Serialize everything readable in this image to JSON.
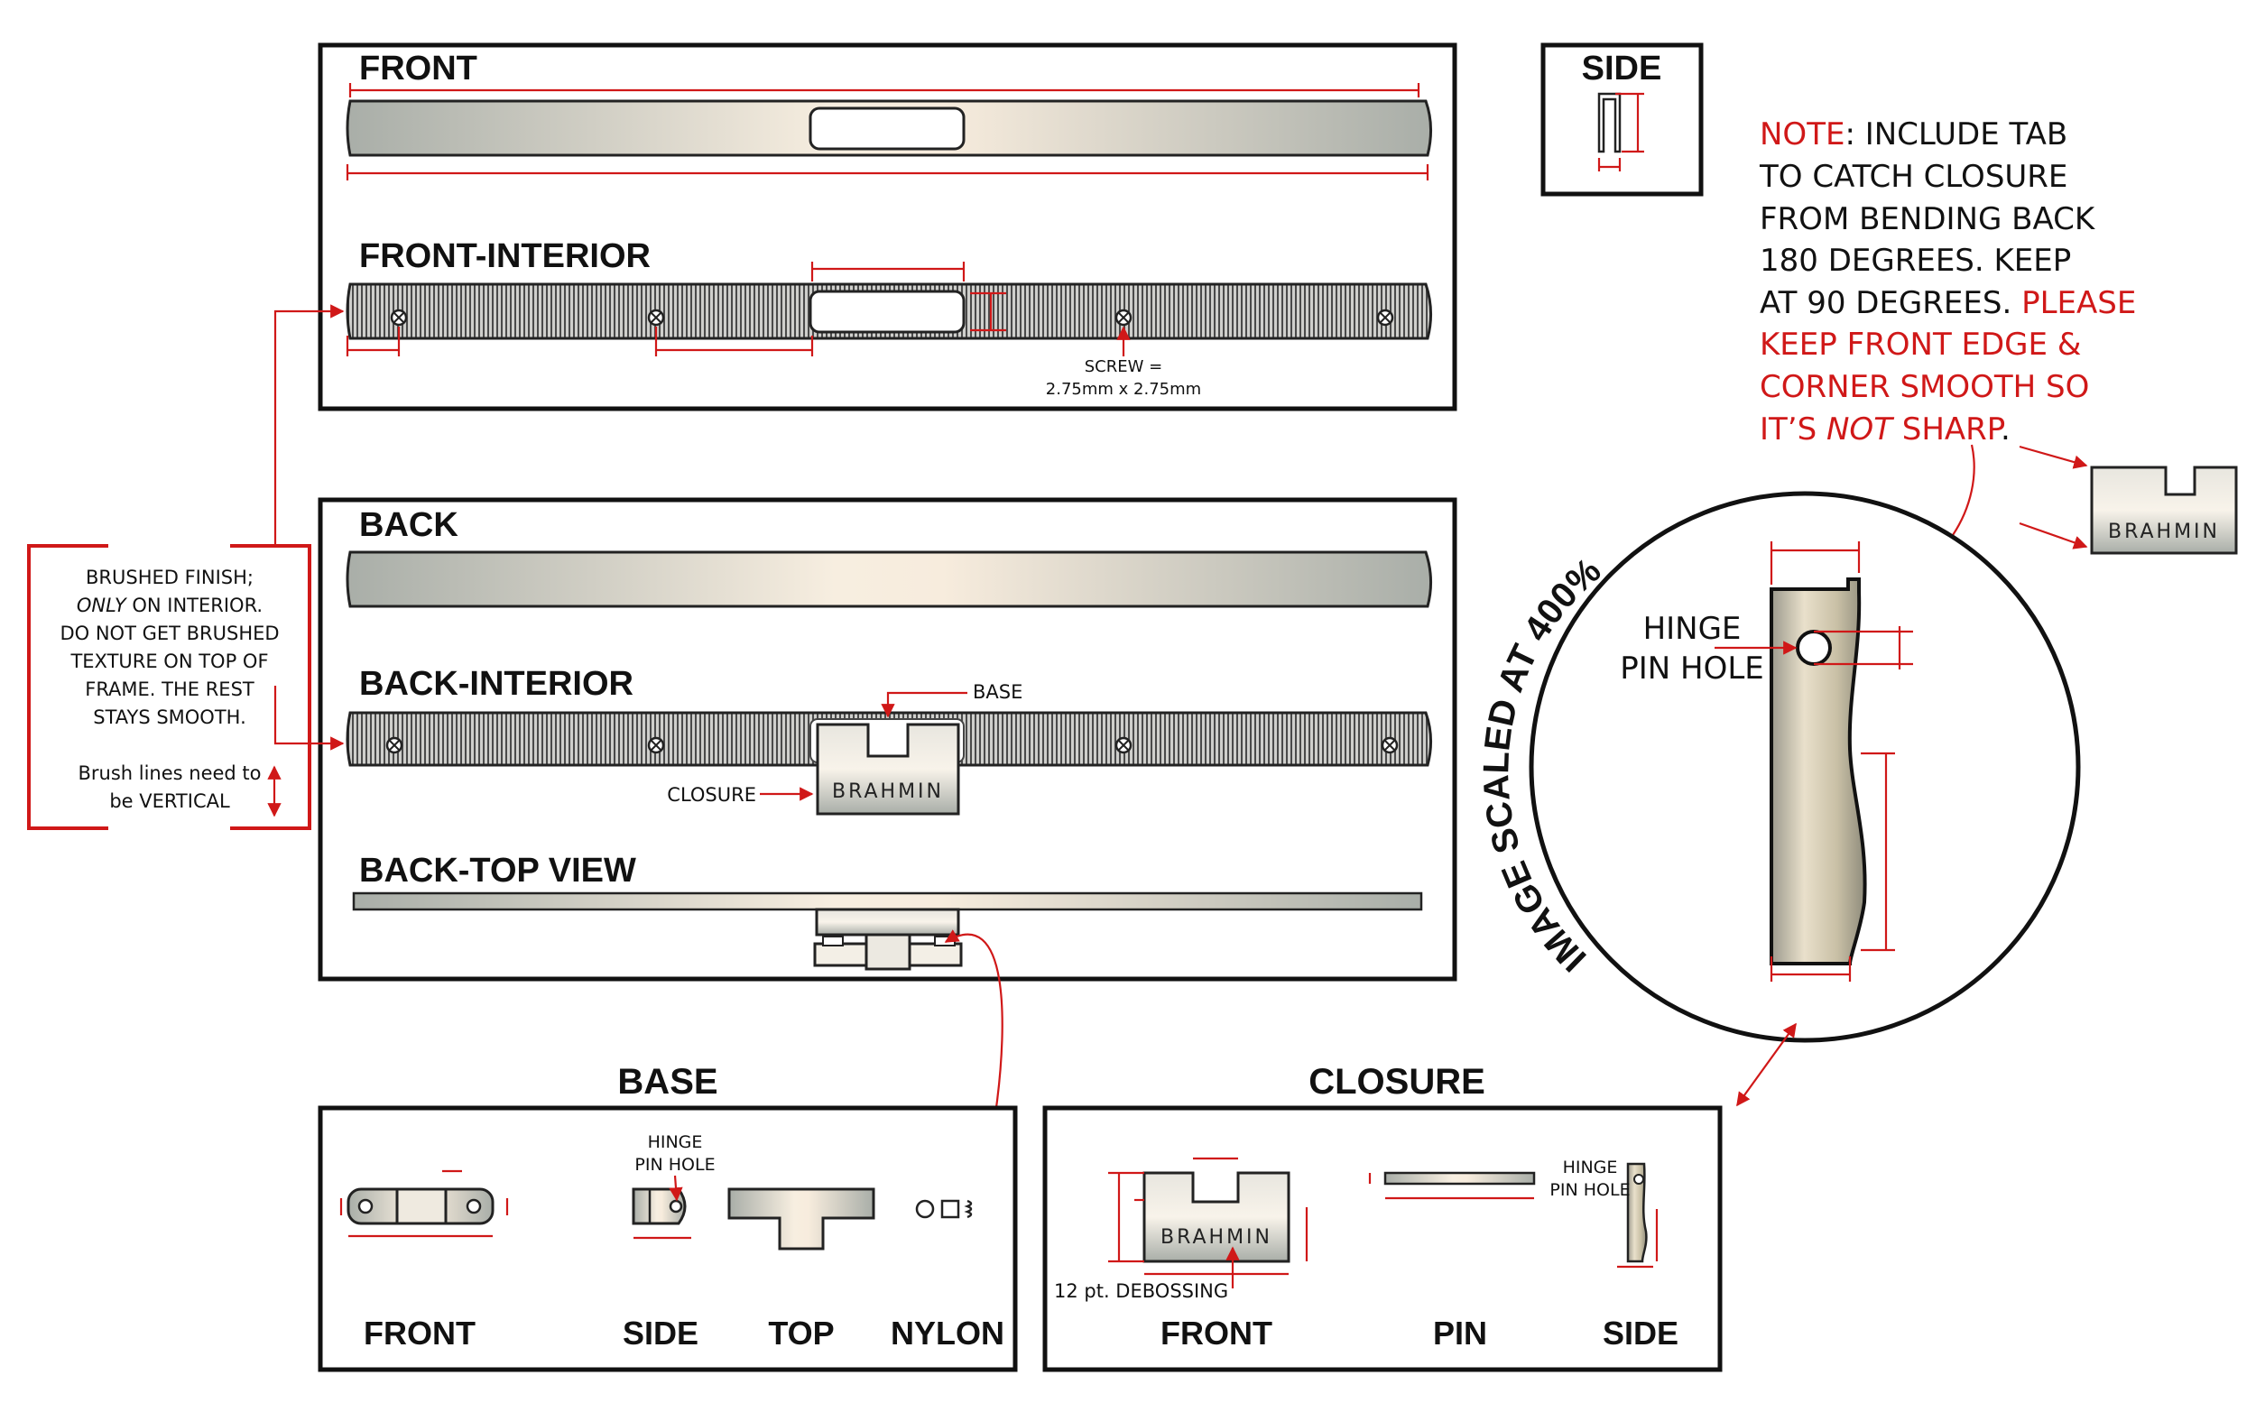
{
  "sections": {
    "front": "FRONT",
    "front_interior": "FRONT-INTERIOR",
    "back": "BACK",
    "back_interior": "BACK-INTERIOR",
    "back_top_view": "BACK-TOP VIEW",
    "side": "SIDE",
    "base": "BASE",
    "closure": "CLOSURE"
  },
  "annotations": {
    "screw_line1": "SCREW =",
    "screw_line2": "2.75mm x 2.75mm",
    "base_label": "BASE",
    "closure_label": "CLOSURE",
    "brand": "BRAHMIN",
    "hinge_pin_hole_1": "HINGE",
    "hinge_pin_hole_2": "PIN HOLE",
    "debossing": "12 pt. DEBOSSING",
    "scale_note": "IMAGE SCALED AT 400%"
  },
  "brushed_note": {
    "line1": "BRUSHED FINISH;",
    "line2_italic": "ONLY",
    "line2_rest": " ON INTERIOR.",
    "line3": "DO NOT GET BRUSHED",
    "line4": "TEXTURE ON TOP OF",
    "line5": "FRAME. THE REST",
    "line6": "STAYS SMOOTH.",
    "line7": "Brush lines need to",
    "line8": "be VERTICAL"
  },
  "tab_note": {
    "l1_red": "NOTE",
    "l1_rest": ": INCLUDE TAB",
    "l2": "TO CATCH CLOSURE",
    "l3": "FROM BENDING BACK",
    "l4": "180 DEGREES. KEEP",
    "l5_black": "AT 90 DEGREES. ",
    "l5_red": "PLEASE",
    "l6": "KEEP FRONT EDGE &",
    "l7": "CORNER SMOOTH SO",
    "l8_pre": "IT’S ",
    "l8_italic": "NOT",
    "l8_post": " SHARP",
    "l8_end": "."
  },
  "base_views": {
    "front": "FRONT",
    "side": "SIDE",
    "top": "TOP",
    "nylon": "NYLON"
  },
  "closure_views": {
    "front": "FRONT",
    "pin": "PIN",
    "side": "SIDE"
  },
  "colors": {
    "accent_red": "#d01818",
    "metal_light": "#f7eee0",
    "metal_dark": "#a9aea8"
  }
}
